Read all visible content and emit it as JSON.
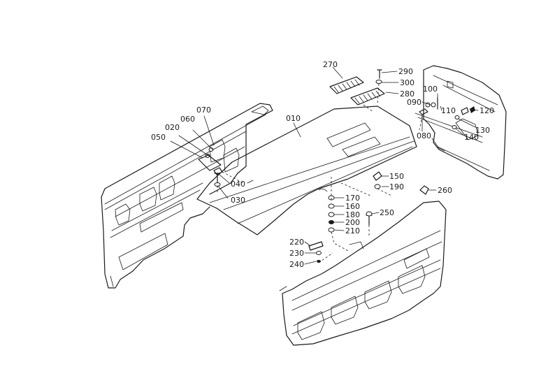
{
  "diagram": {
    "part_labels": {
      "p010": "010",
      "p020": "020",
      "p030": "030",
      "p040": "040",
      "p050": "050",
      "p060": "060",
      "p070": "070",
      "p080": "080",
      "p090": "090",
      "p100": "100",
      "p110": "110",
      "p120": "120",
      "p130": "130",
      "p140": "140",
      "p150": "150",
      "p160": "160",
      "p170": "170",
      "p180": "180",
      "p190": "190",
      "p200": "200",
      "p210": "210",
      "p220": "220",
      "p230": "230",
      "p240": "240",
      "p250": "250",
      "p260": "260",
      "p270": "270",
      "p280": "280",
      "p290": "290",
      "p300": "300"
    }
  }
}
